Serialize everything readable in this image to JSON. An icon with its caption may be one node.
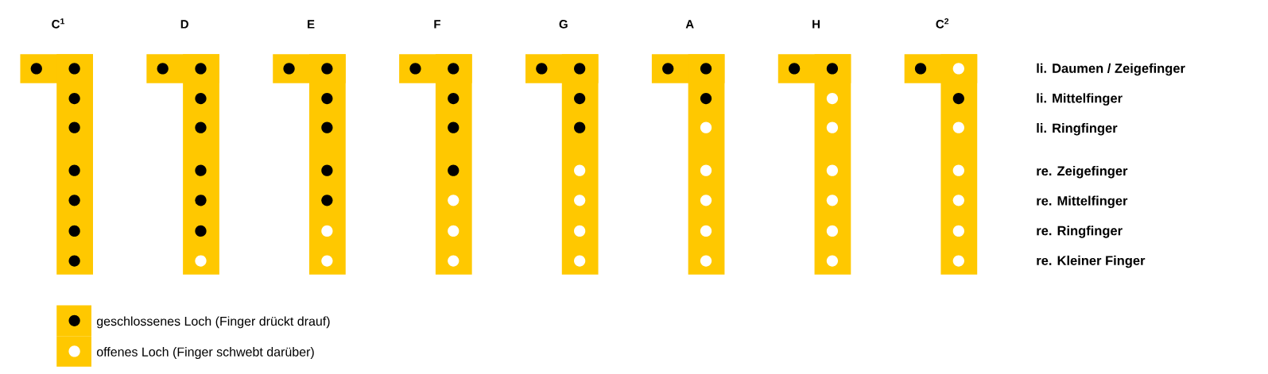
{
  "diagram": {
    "nodes": [
      {
        "text": [
          "C$^{1}$"
        ]
      },
      {
        "text": [
          "D"
        ]
      },
      {
        "text": [
          "E"
        ]
      },
      {
        "text": [
          "F"
        ]
      },
      {
        "text": [
          "G"
        ]
      },
      {
        "text": [
          "A"
        ]
      },
      {
        "text": [
          "H"
        ]
      },
      {
        "text": [
          "C$^{2}$"
        ]
      }
    ],
    "labels": [
      "li. Daumen / Zeigefinger",
      "li. Mittelfinger",
      "li. Ringfinger",
      "re. Zeigefinger",
      "re. Mittelfinger",
      "re. Ringfinger",
      "re. Kleiner Finger"
    ],
    "legend": [
      {
        "text": "geschlossenes Loch (Finger drückt drauf)"
      },
      {
        "text": "offenes Loch (Finger schwebt darüber)"
      }
    ]
  }
}
